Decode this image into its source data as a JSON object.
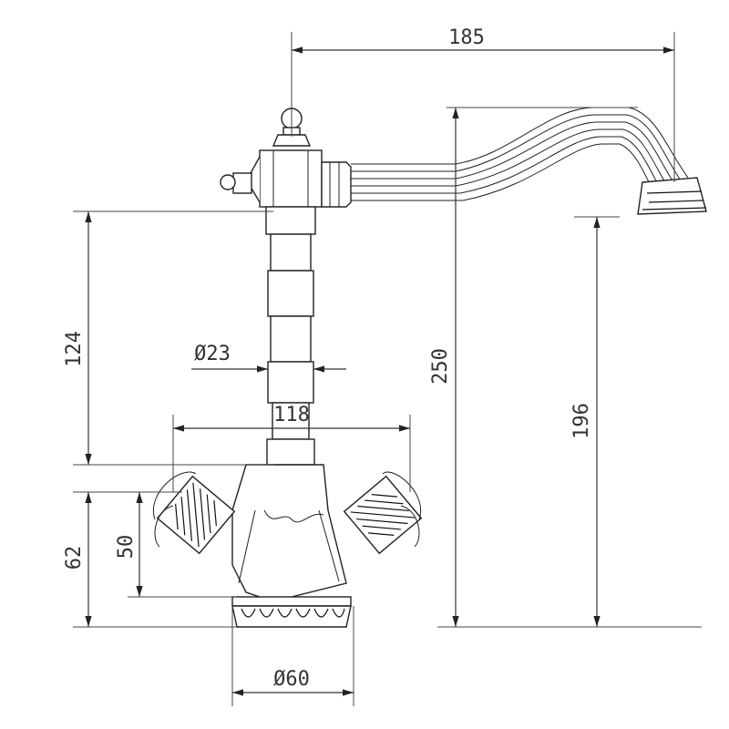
{
  "dimensions": {
    "spout_reach": "185",
    "total_height": "250",
    "spout_height": "196",
    "handle_axis_height": "124",
    "body_diameter": "Ø23",
    "handle_span": "118",
    "base_height_62": "62",
    "base_height_50": "50",
    "base_diameter": "Ø60"
  },
  "colors": {
    "line": "#222222",
    "text": "#333333",
    "background": "#ffffff"
  }
}
